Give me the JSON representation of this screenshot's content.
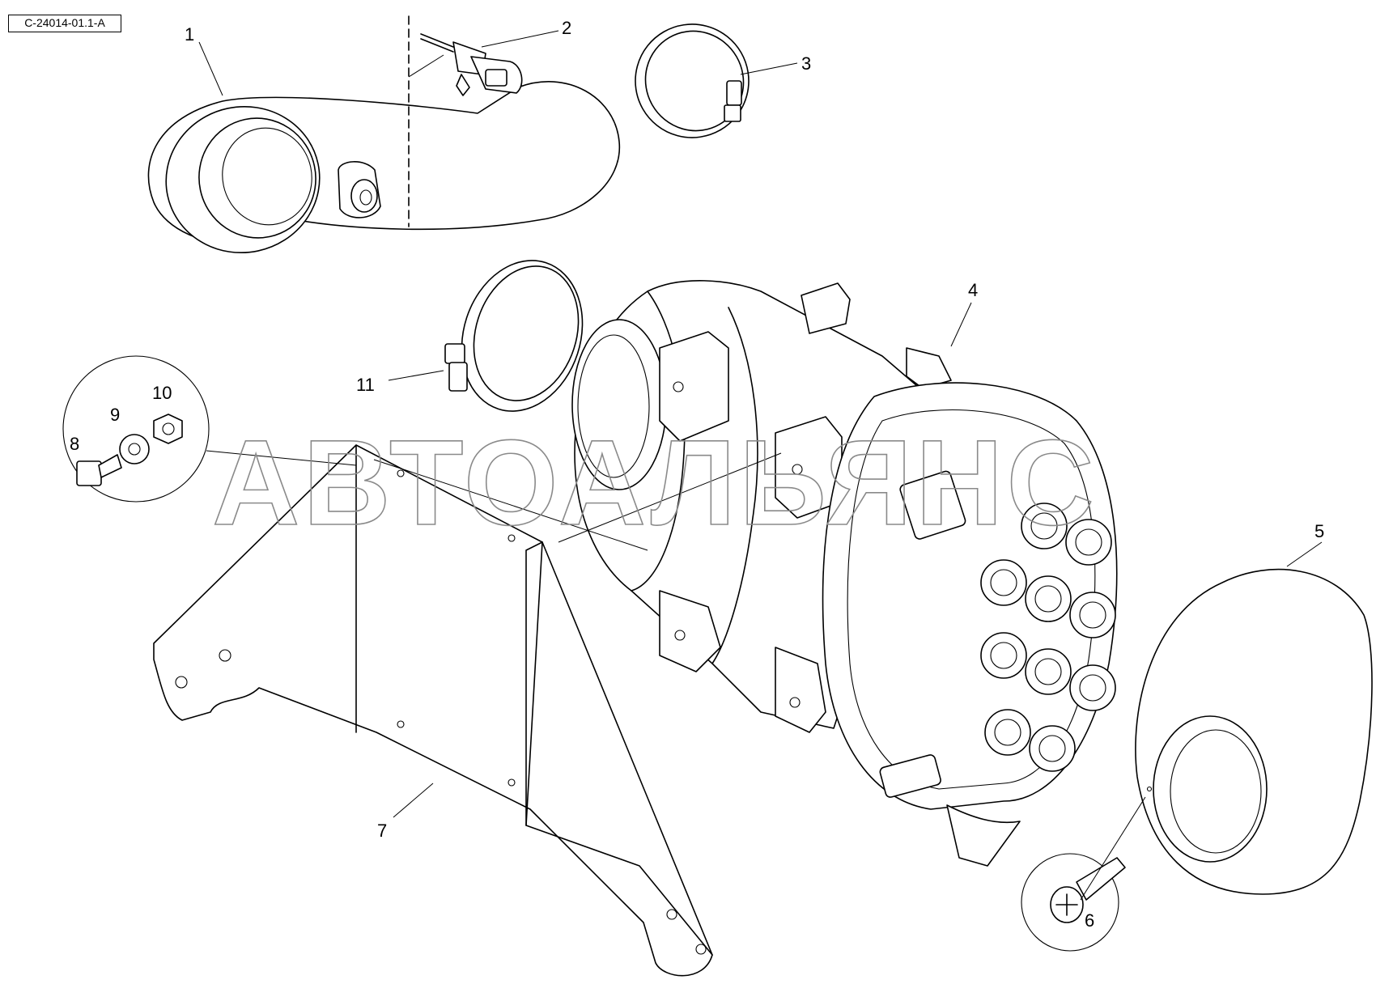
{
  "document_code": "C-24014-01.1-A",
  "watermark": "АВТОАЛЬЯНС",
  "callouts": [
    {
      "id": "callout-1",
      "label": "1"
    },
    {
      "id": "callout-2",
      "label": "2"
    },
    {
      "id": "callout-3",
      "label": "3"
    },
    {
      "id": "callout-4",
      "label": "4"
    },
    {
      "id": "callout-5",
      "label": "5"
    },
    {
      "id": "callout-6",
      "label": "6"
    },
    {
      "id": "callout-7",
      "label": "7"
    },
    {
      "id": "callout-8",
      "label": "8"
    },
    {
      "id": "callout-9",
      "label": "9"
    },
    {
      "id": "callout-10",
      "label": "10"
    },
    {
      "id": "callout-11",
      "label": "11"
    }
  ]
}
